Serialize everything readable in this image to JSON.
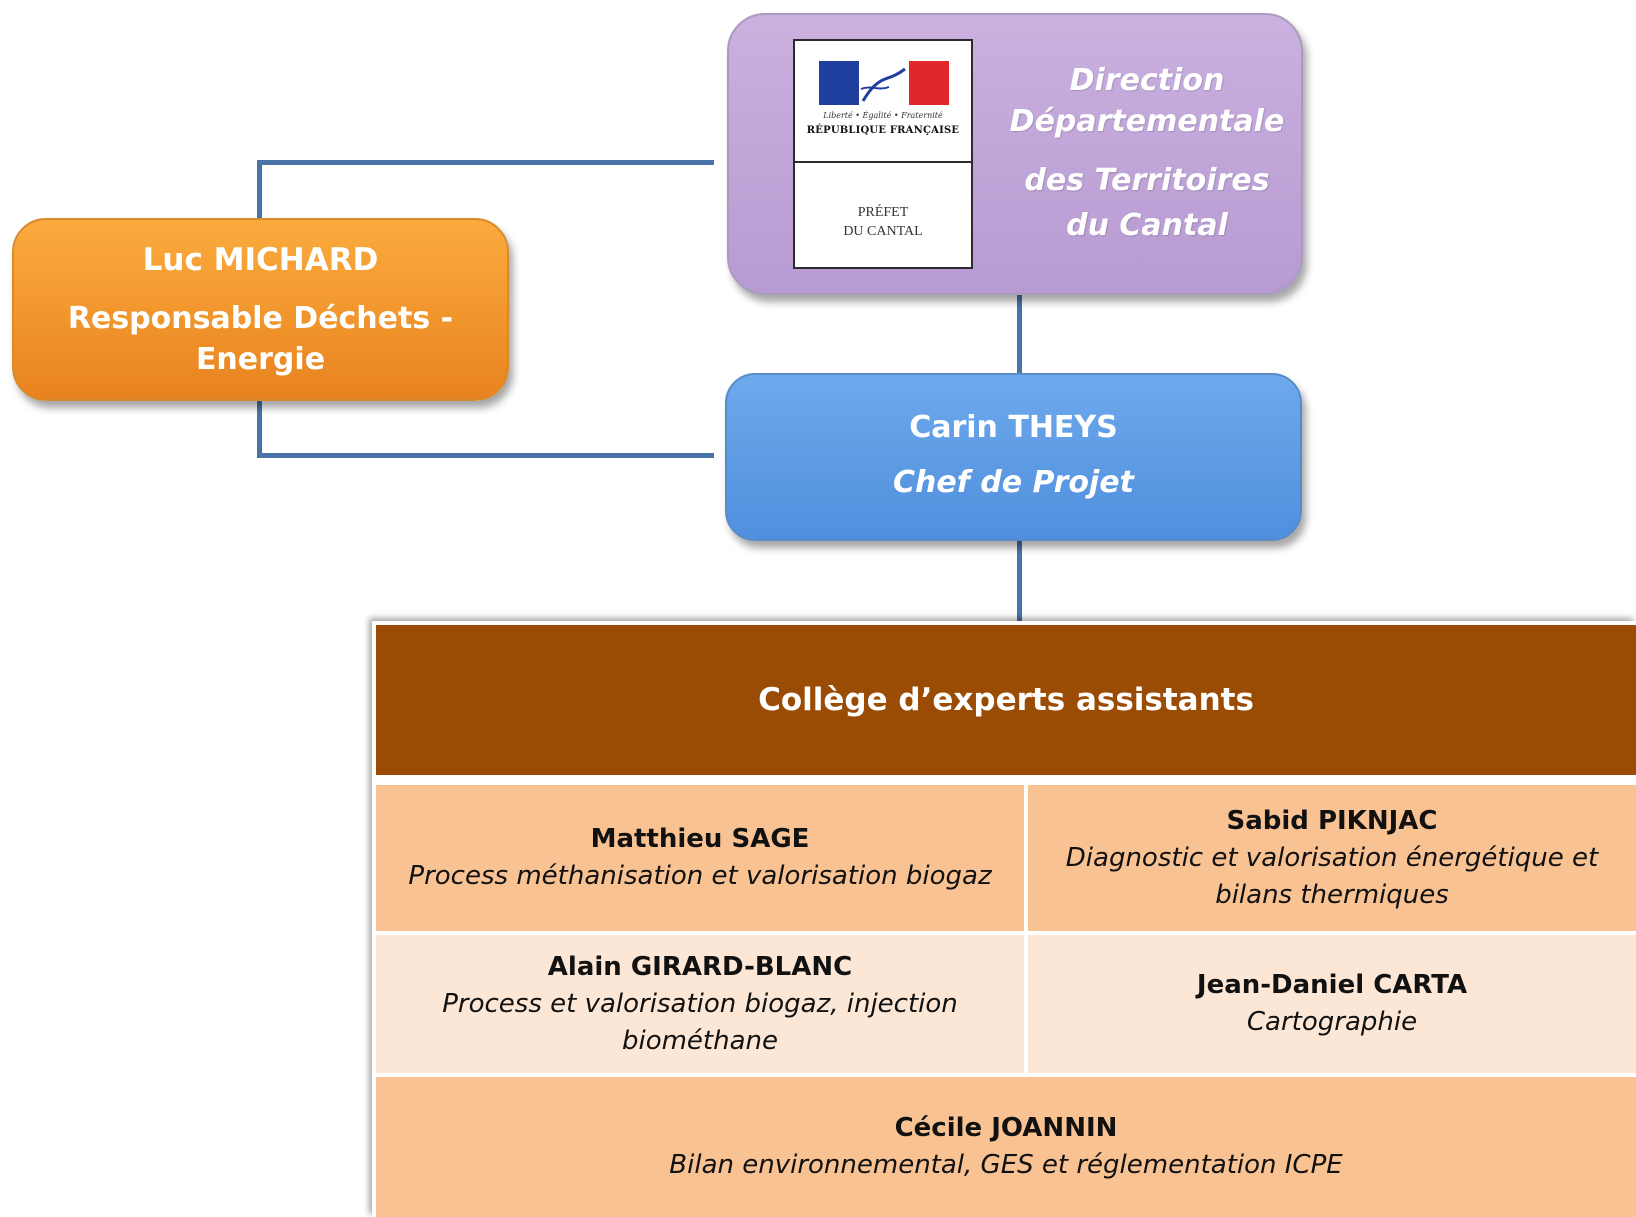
{
  "ddt": {
    "title_lines": [
      "Direction",
      "Départementale",
      "des Territoires",
      "du Cantal"
    ],
    "logo": {
      "motto": "Liberté • Égalité • Fraternité",
      "republique": "RÉPUBLIQUE FRANÇAISE",
      "prefet": "PRÉFET\nDU CANTAL"
    }
  },
  "luc": {
    "name": "Luc MICHARD",
    "role": "Responsable  Déchets - Energie"
  },
  "carin": {
    "name": "Carin THEYS",
    "role": "Chef de Projet"
  },
  "college": {
    "title": "Collège d’experts assistants",
    "experts": [
      {
        "name": "Matthieu SAGE",
        "role": "Process méthanisation et valorisation biogaz"
      },
      {
        "name": "Sabid PIKNJAC",
        "role": "Diagnostic et valorisation énergétique et bilans thermiques"
      },
      {
        "name": "Alain GIRARD-BLANC",
        "role": "Process et valorisation biogaz, injection biométhane"
      },
      {
        "name": "Jean-Daniel CARTA",
        "role": "Cartographie"
      },
      {
        "name": "Cécile  JOANNIN",
        "role": "Bilan environnemental, GES et réglementation ICPE"
      }
    ]
  },
  "colors": {
    "ddt_box": "#bfa3d8",
    "luc_box": "#f59a30",
    "carin_box": "#5f9be5",
    "college_header": "#9a4c05",
    "row_dark": "#f8c293",
    "row_light": "#fce7d6",
    "connector": "#4a74a8"
  }
}
